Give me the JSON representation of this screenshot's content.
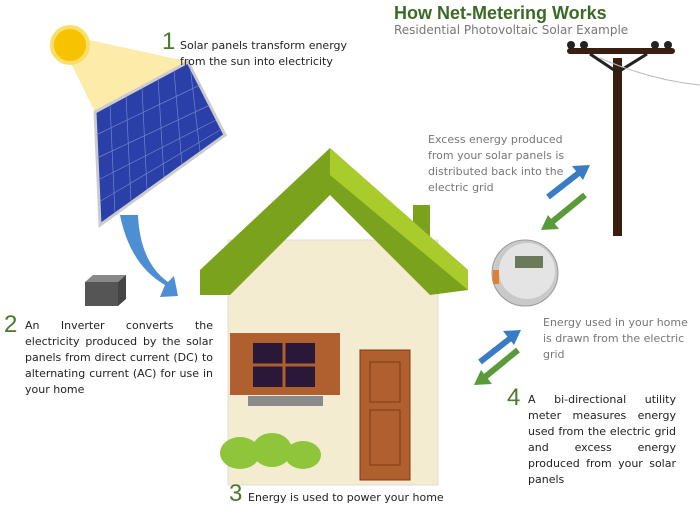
{
  "title": "How Net-Metering Works",
  "subtitle": "Residential Photovoltaic Solar Example",
  "steps": [
    {
      "num": "1",
      "text": "Solar panels transform energy from the sun into electricity"
    },
    {
      "num": "2",
      "text": "An Inverter converts the electricity produced by the solar panels from direct current (DC) to alternating current (AC) for use in your home"
    },
    {
      "num": "3",
      "text": "Energy is used to power your home"
    },
    {
      "num": "4",
      "text": "A bi-directional utility meter measures energy used from the electric grid and excess energy produced from your solar panels"
    }
  ],
  "notes": {
    "excess": "Excess energy produced from your solar panels is distributed back into the electric grid",
    "drawn": "Energy used in your home is drawn from the electric grid"
  },
  "colors": {
    "green": "#4a7a2a",
    "blue": "#3a7cc4",
    "roof": "#7aa21c"
  }
}
